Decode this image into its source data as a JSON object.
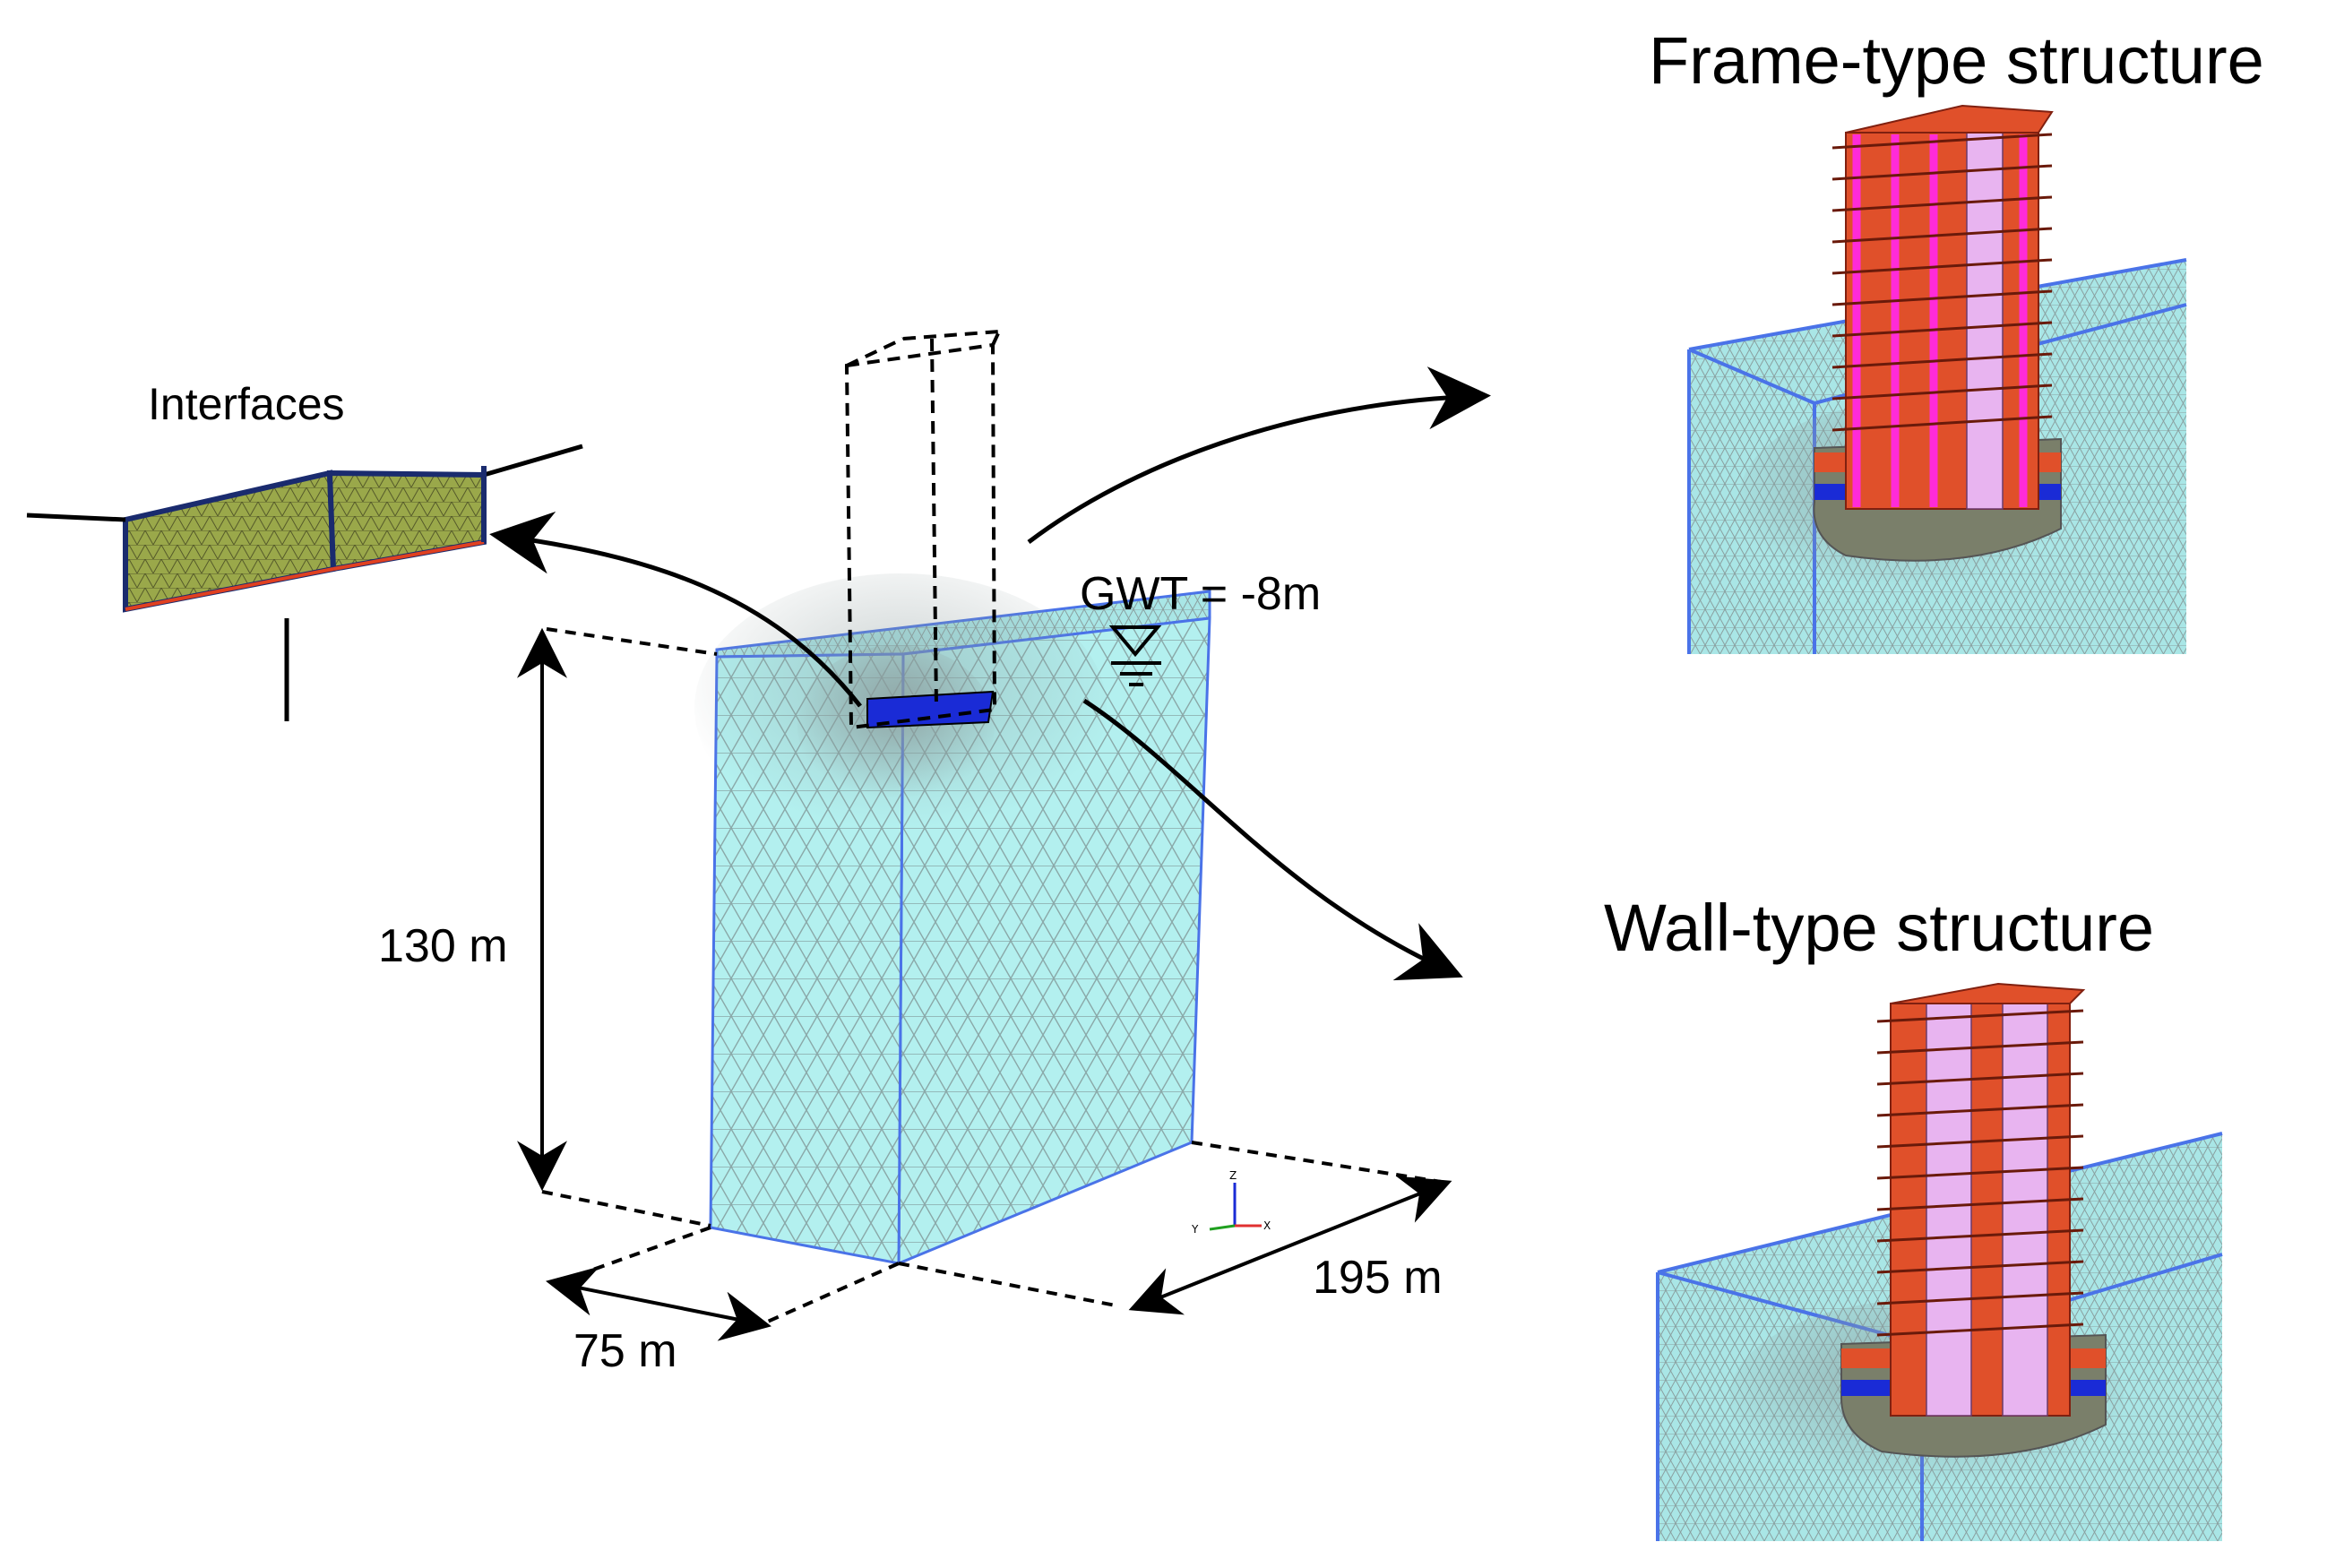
{
  "labels": {
    "interfaces": "Interfaces",
    "frame_title": "Frame-type structure",
    "wall_title": "Wall-type structure",
    "gwt": "GWT = -8m",
    "height": "130 m",
    "width": "75 m",
    "length": "195 m"
  },
  "axis_triad": {
    "z": "Z",
    "y": "Y",
    "x": "X"
  },
  "colors": {
    "soil": "#b3f0ef",
    "mesh": "#7f9a9a",
    "boundary": "#4a73e8",
    "foundation": "#1a2bd6",
    "slab": "#e0502a",
    "column": "#ff2bd8",
    "core": "#e8b4f0",
    "interface": "#9aa84a"
  }
}
